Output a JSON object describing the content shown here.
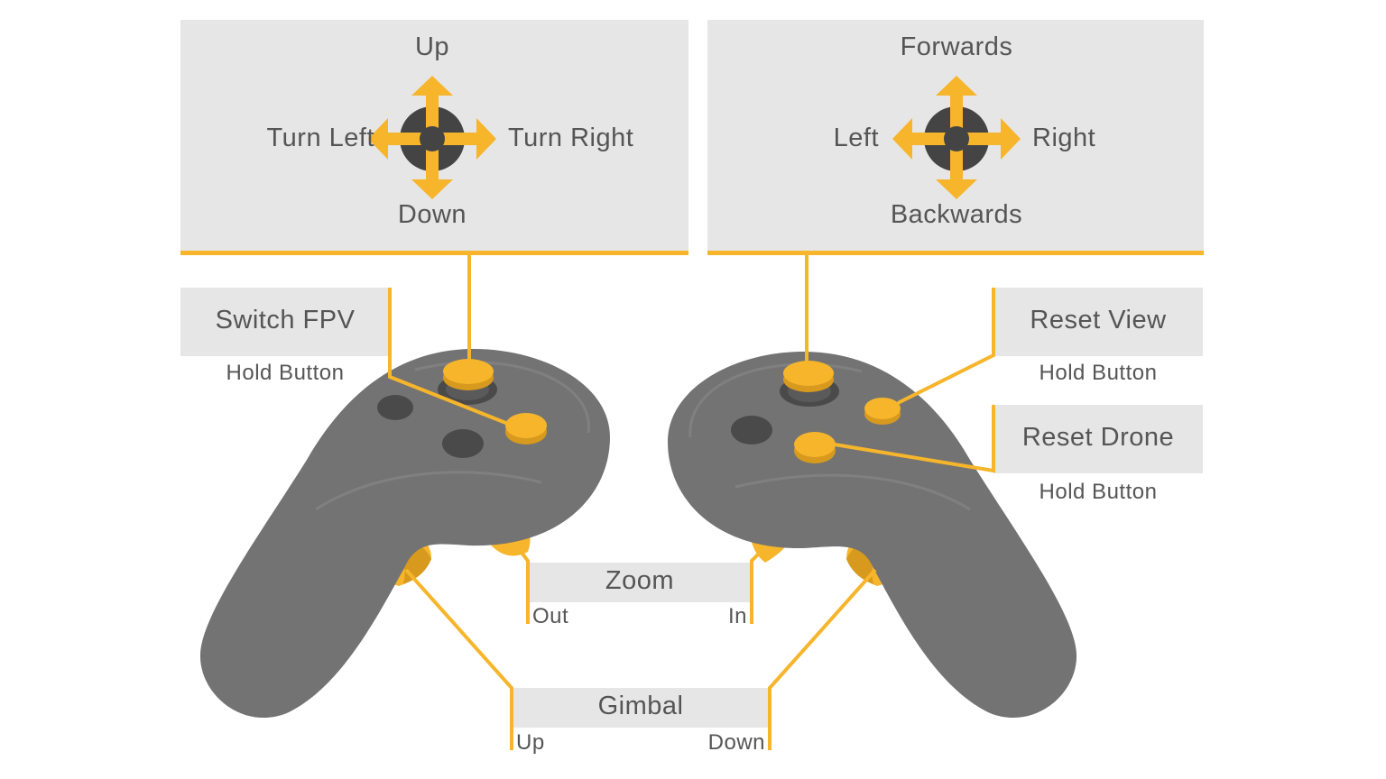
{
  "colors": {
    "accent": "#f6b52b",
    "controller": "#737373",
    "panel": "#e6e6e6",
    "text": "#555555",
    "stick": "#444444"
  },
  "left_stick_panel": {
    "up": "Up",
    "down": "Down",
    "left": "Turn Left",
    "right": "Turn Right"
  },
  "right_stick_panel": {
    "up": "Forwards",
    "down": "Backwards",
    "left": "Left",
    "right": "Right"
  },
  "switch_fpv": {
    "label": "Switch FPV",
    "hint": "Hold Button"
  },
  "reset_view": {
    "label": "Reset View",
    "hint": "Hold Button"
  },
  "reset_drone": {
    "label": "Reset Drone",
    "hint": "Hold Button"
  },
  "zoom": {
    "label": "Zoom",
    "out": "Out",
    "in": "In"
  },
  "gimbal": {
    "label": "Gimbal",
    "up": "Up",
    "down": "Down"
  }
}
